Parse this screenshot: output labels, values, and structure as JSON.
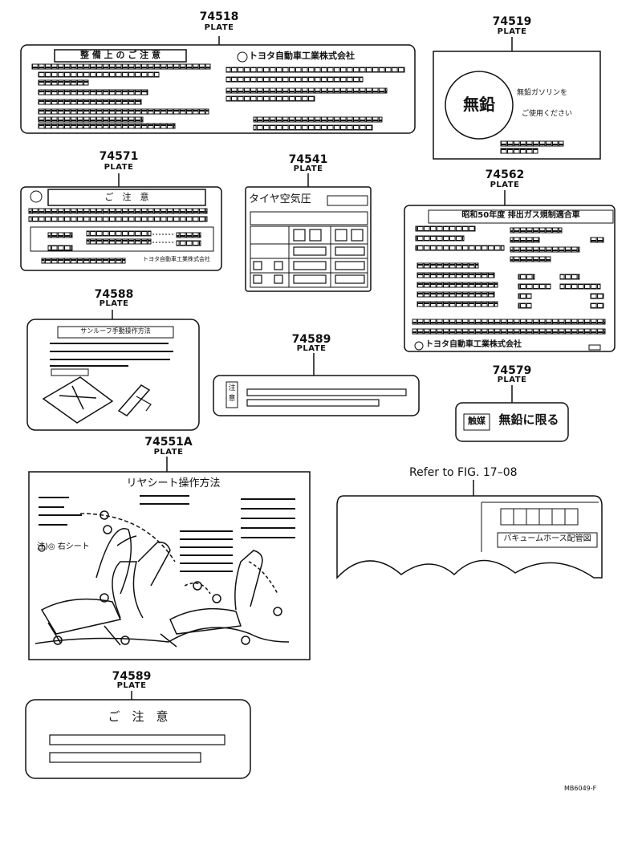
{
  "parts": [
    {
      "number": "74518",
      "label": "PLATE",
      "heading": "整 備 上 の ご 注 意",
      "maker": "トヨタ自動車工業株式会社"
    },
    {
      "number": "74519",
      "label": "PLATE",
      "badge": "無鉛",
      "line1": "無鉛ガソリンを",
      "line2": "ご使用ください"
    },
    {
      "number": "74571",
      "label": "PLATE",
      "heading": "ご　注　意",
      "maker": "トヨタ自動車工業株式会社"
    },
    {
      "number": "74541",
      "label": "PLATE",
      "heading": "タイヤ空気圧"
    },
    {
      "number": "74562",
      "label": "PLATE",
      "heading": "昭和50年度 排出ガス規制適合車",
      "maker": "トヨタ自動車工業株式会社"
    },
    {
      "number": "74588",
      "label": "PLATE",
      "heading": "サンルーフ手動操作方法"
    },
    {
      "number": "74589",
      "label": "PLATE",
      "side": "注意"
    },
    {
      "number": "74579",
      "label": "PLATE",
      "left": "触媒",
      "right": "無鉛に限る"
    },
    {
      "number": "74551A",
      "label": "PLATE",
      "heading": "リヤシート操作方法",
      "note": "注)◎ 右シート"
    },
    {
      "number": "74589",
      "label": "PLATE",
      "heading": "ご　注　意"
    }
  ],
  "reference": {
    "text": "Refer to FIG. 17–08",
    "panel_label": "バキュームホース配管図"
  },
  "drawing_code": "MB6049-F"
}
